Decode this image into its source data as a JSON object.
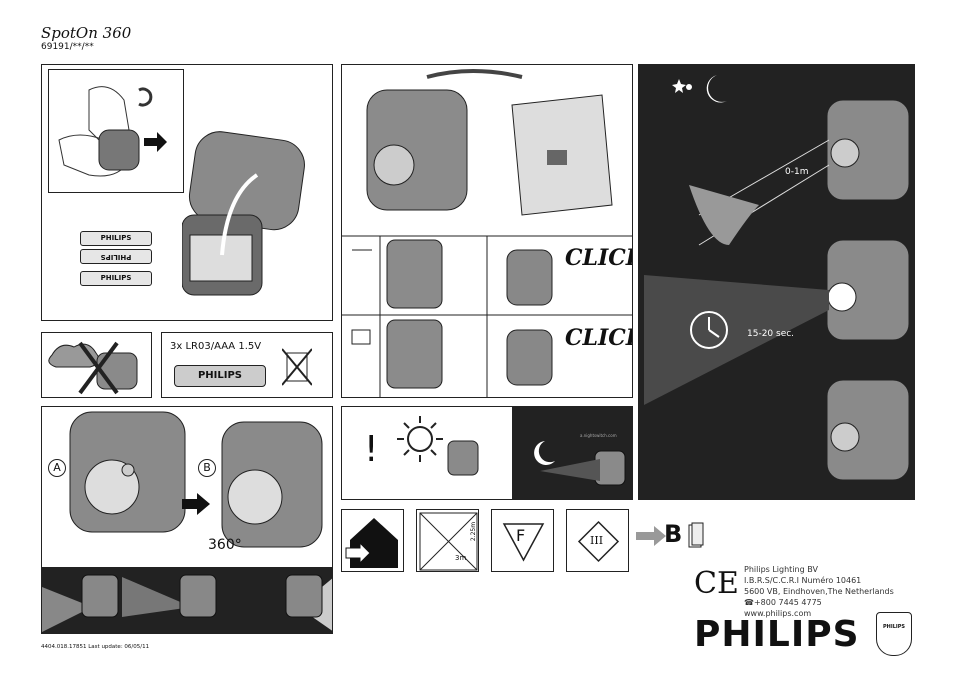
{
  "header": {
    "product_name": "SpotOn 360",
    "model_number": "69191/**/**"
  },
  "panel1": {
    "batteries": [
      "PHILIPS",
      "PHILIPS",
      "PHILIPS"
    ]
  },
  "panel2": {
    "click_labels": [
      "CLICK!",
      "CLICK!"
    ]
  },
  "battery_spec": {
    "text": "3x LR03/AAA 1.5V",
    "brand": "PHILIPS"
  },
  "rotation": {
    "label_a": "A",
    "label_b": "B",
    "angle": "360°"
  },
  "sensor": {
    "distance": "0-1m",
    "duration": "15-20 sec."
  },
  "day_night": {
    "exclamation": "!",
    "watermark": "a.nightswitch.com"
  },
  "symbols": {
    "height_label": "2.25m",
    "distance_label": "3m",
    "f_label": "F",
    "class_label": "III",
    "lang_label": "B"
  },
  "manufacturer": {
    "lines": [
      "Philips Lighting BV",
      "I.B.R.S/C.C.R.I Numéro 10461",
      "5600 VB, Eindhoven,The Netherlands",
      "☎+800 7445 4775",
      "www.philips.com"
    ],
    "ce_mark": "CE",
    "logo": "PHILIPS",
    "shield_text": "PHILIPS"
  },
  "footer": {
    "text": "4404.018.17851 Last update: 06/05/11"
  }
}
